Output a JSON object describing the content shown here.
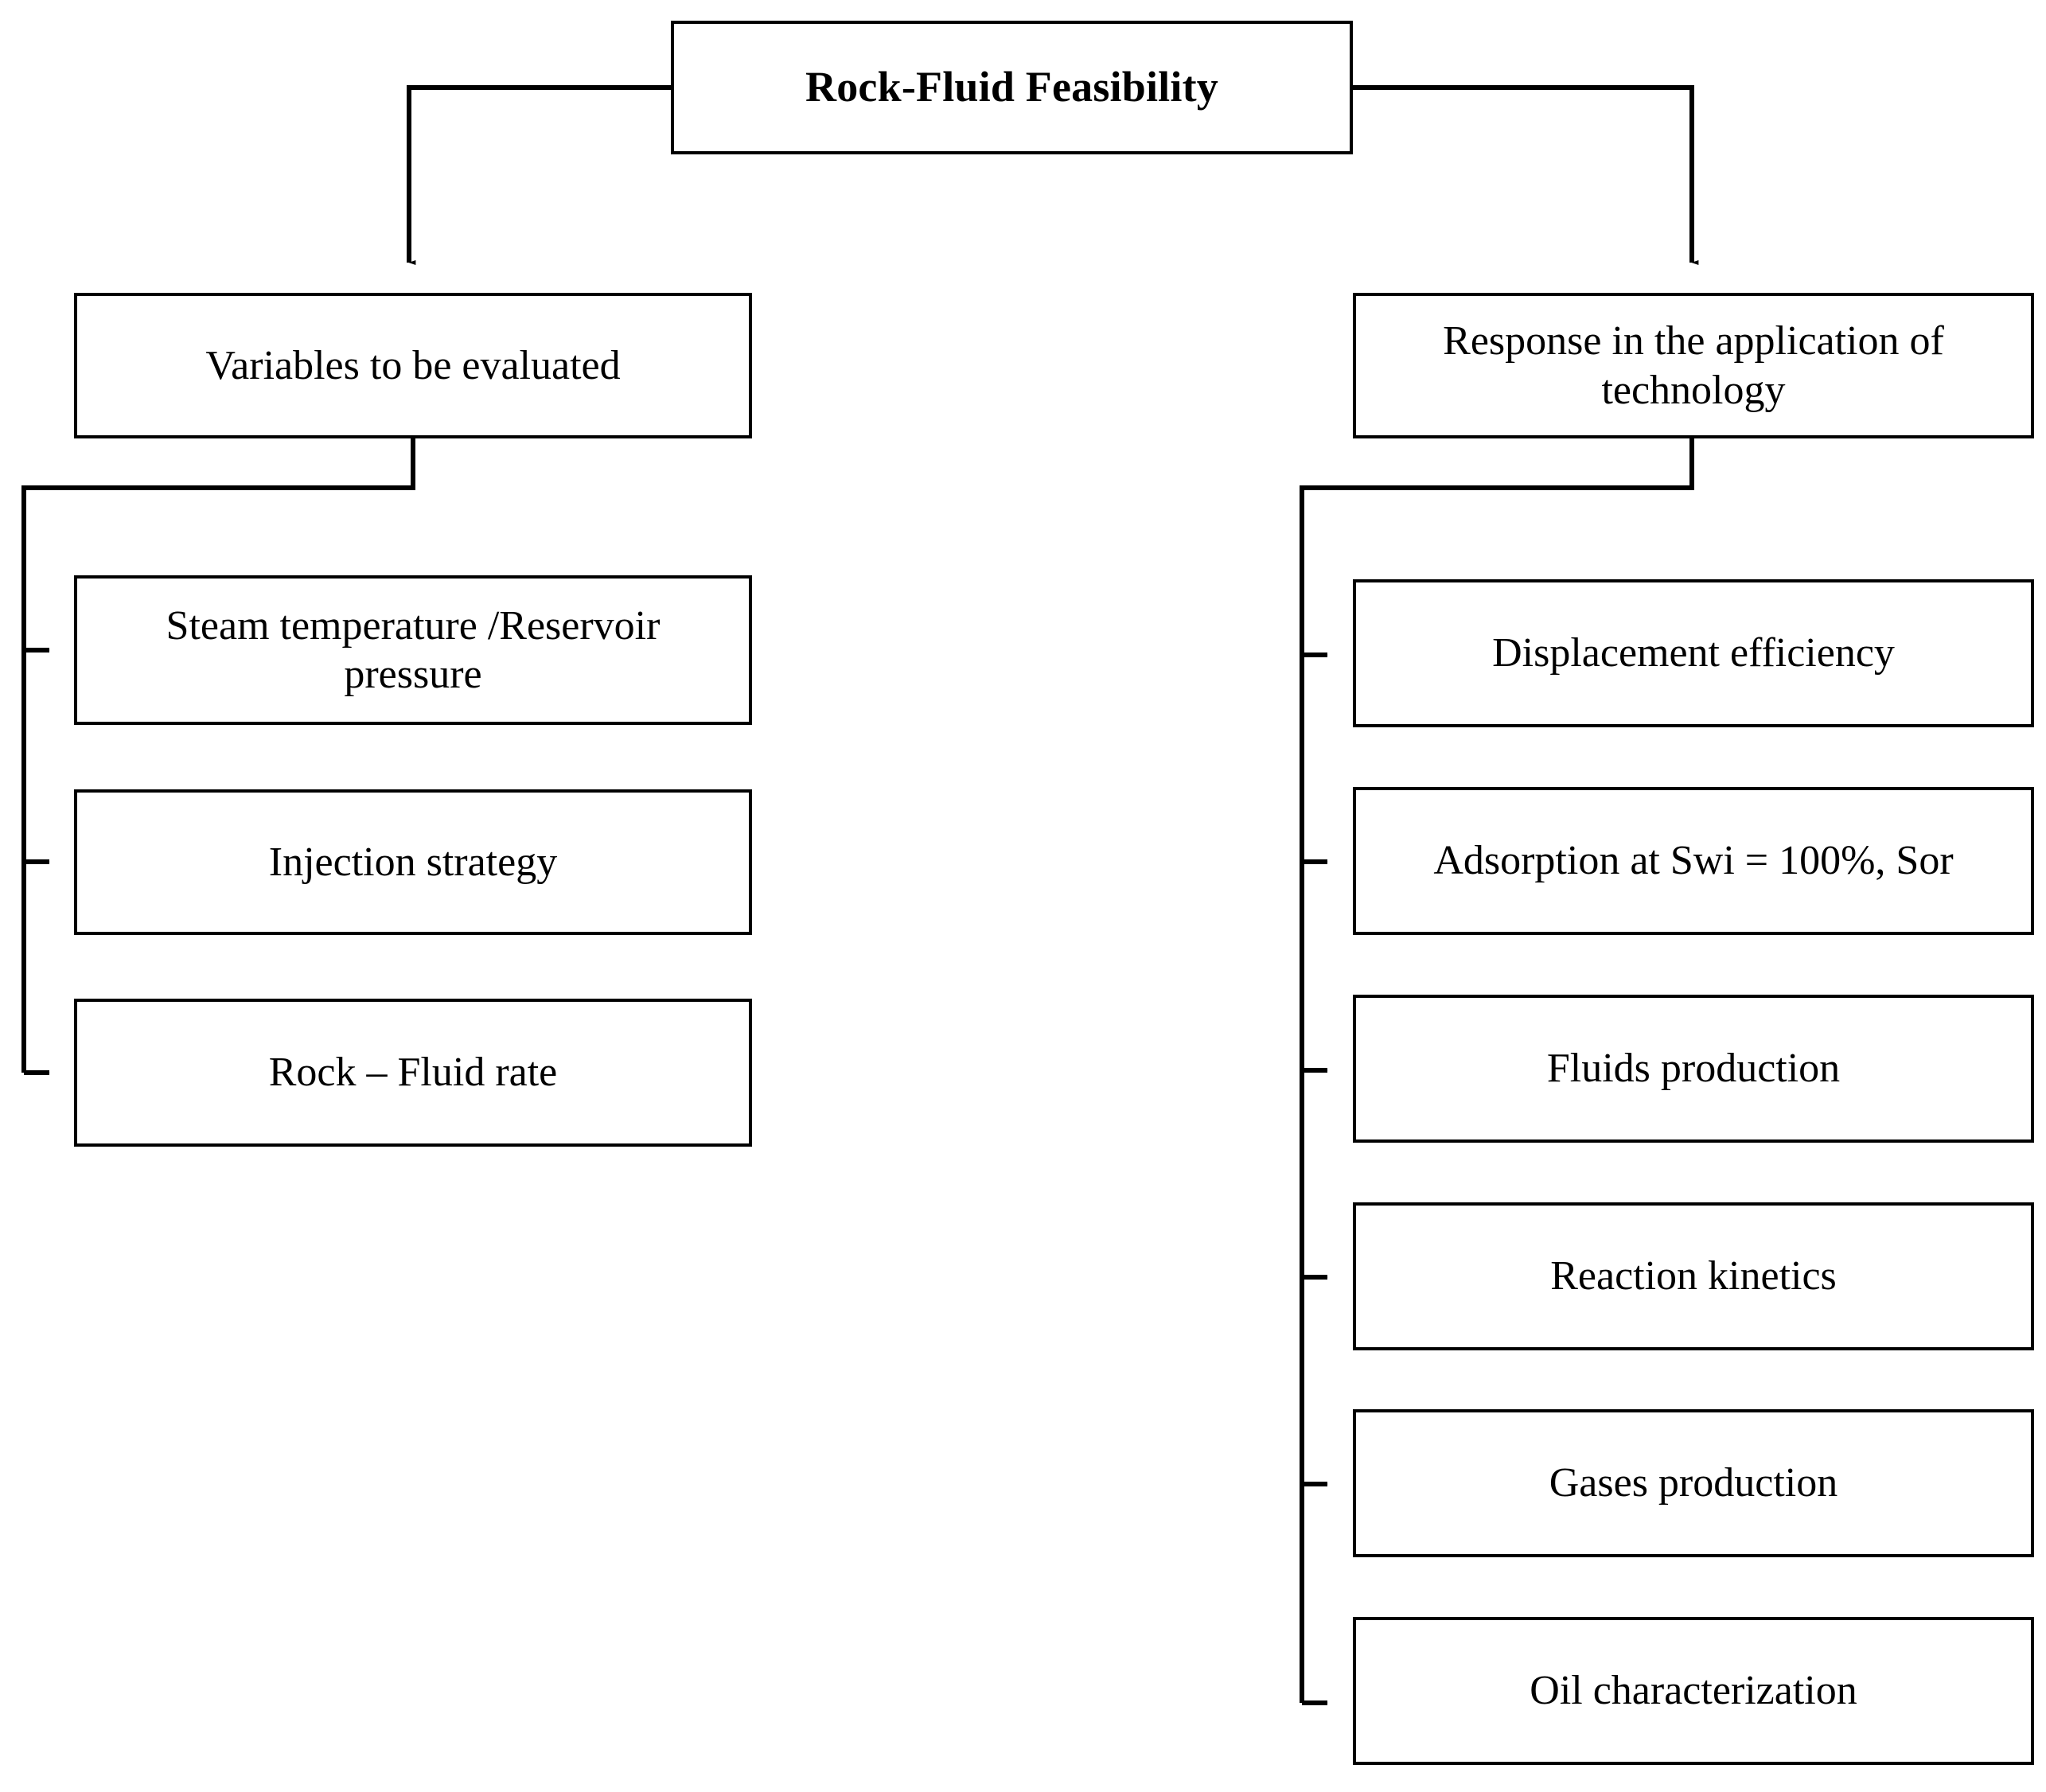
{
  "diagram": {
    "title": "Rock-Fluid Feasibility flowchart",
    "background_color": "#ffffff",
    "line_color": "#000000",
    "text_color": "#000000",
    "root": {
      "label": "Rock-Fluid Feasibility"
    },
    "branches": [
      {
        "id": "variables",
        "label": "Variables to be evaluated",
        "children": [
          {
            "id": "steam-temperature-reservoir-pressure",
            "label": "Steam temperature /Reservoir\npressure"
          },
          {
            "id": "injection-strategy",
            "label": "Injection strategy"
          },
          {
            "id": "rock-fluid-rate",
            "label": "Rock – Fluid rate"
          }
        ]
      },
      {
        "id": "response",
        "label": "Response in the application of\ntechnology",
        "children": [
          {
            "id": "displacement-efficiency",
            "label": "Displacement efficiency"
          },
          {
            "id": "adsorption-swi-sor",
            "label": "Adsorption at Swi = 100%, Sor"
          },
          {
            "id": "fluids-production",
            "label": "Fluids production"
          },
          {
            "id": "reaction-kinetics",
            "label": "Reaction kinetics"
          },
          {
            "id": "gases-production",
            "label": "Gases production"
          },
          {
            "id": "oil-characterization",
            "label": "Oil characterization"
          }
        ]
      }
    ]
  }
}
